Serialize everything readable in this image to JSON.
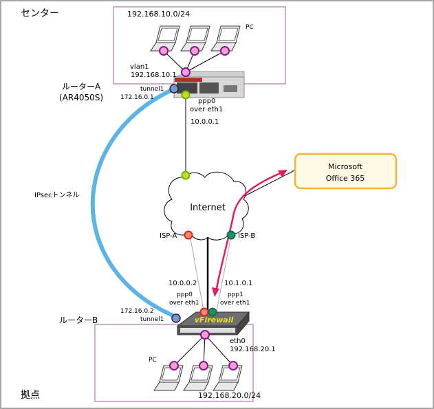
{
  "sites": {
    "center": {
      "label": "センター",
      "subnet": "192.168.10.0/24",
      "pc_label": "PC",
      "router_name": "ルーターA",
      "router_model": "(AR4050S)",
      "lan_iface": "vlan1",
      "lan_ip": "192.168.10.1",
      "tunnel_iface": "tunnel1",
      "tunnel_ip": "172.16.0.1",
      "wan_iface": "ppp0",
      "wan_over": "over eth1",
      "wan_ip": "10.0.0.1"
    },
    "branch": {
      "label": "拠点",
      "subnet": "192.168.20.0/24",
      "pc_label": "PC",
      "router_name": "ルーターB",
      "device_label": "vFirewall",
      "lan_iface": "eth0",
      "lan_ip": "192.168.20.1",
      "tunnel_iface": "tunnel1",
      "tunnel_ip": "172.16.0.2",
      "wan_a_iface": "ppp0",
      "wan_a_over": "over eth1",
      "wan_a_ip": "10.0.0.2",
      "wan_b_iface": "ppp1",
      "wan_b_over": "over eth1",
      "wan_b_ip": "10.1.0.1"
    }
  },
  "internet": {
    "label": "Internet",
    "isp_a": "ISP-A",
    "isp_b": "ISP-B"
  },
  "tunnel": {
    "label": "IPsecトンネル"
  },
  "cloud_service": {
    "line1": "Microsoft",
    "line2": "Office 365"
  },
  "colors": {
    "lan_box": "#a05aa0",
    "tunnel": "#5ab4e6",
    "traffic_arrow": "#e6195a",
    "service_border": "#f5b432",
    "service_fill": "#fffae6",
    "pc_port": "#f0a0d2",
    "pc_port_border": "#8c148c",
    "wan_port_a": "#c8dc14",
    "isp_a_port": "#f08c6e",
    "isp_b_port": "#1e9646",
    "tunnel_port": "#7896d2"
  }
}
